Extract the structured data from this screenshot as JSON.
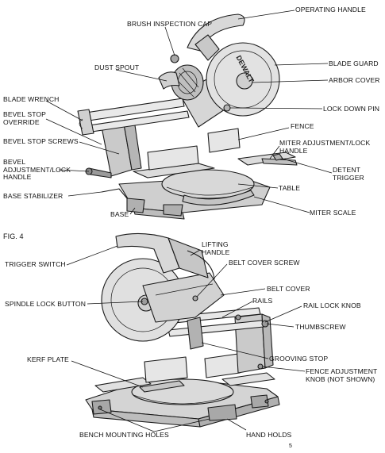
{
  "figure_label": "FIG. 4",
  "page_number": "5",
  "top_view": {
    "labels": {
      "operating_handle": "OPERATING HANDLE",
      "brush_inspection_cap": "BRUSH INSPECTION CAP",
      "dust_spout": "DUST SPOUT",
      "blade_guard": "BLADE GUARD",
      "arbor_cover": "ARBOR COVER",
      "blade_wrench": "BLADE WRENCH",
      "lock_down_pin": "LOCK DOWN PIN",
      "bevel_stop_override": "BEVEL STOP\nOVERRIDE",
      "fence": "FENCE",
      "bevel_stop_screws": "BEVEL STOP SCREWS",
      "miter_adjustment_lock_handle": "MITER ADJUSTMENT/LOCK\nHANDLE",
      "bevel_adjustment_lock_handle": "BEVEL\nADJUSTMENT/LOCK\nHANDLE",
      "detent_trigger": "DETENT\nTRIGGER",
      "table": "TABLE",
      "base_stabilizer": "BASE STABILIZER",
      "base": "BASE",
      "miter_scale": "MITER SCALE"
    },
    "brand_text": "DEWALT"
  },
  "bottom_view": {
    "labels": {
      "lifting_handle": "LIFTING\nHANDLE",
      "trigger_switch": "TRIGGER SWITCH",
      "belt_cover_screw": "BELT COVER SCREW",
      "belt_cover": "BELT COVER",
      "spindle_lock_button": "SPINDLE LOCK BUTTON",
      "rails": "RAILS",
      "rail_lock_knob": "RAIL LOCK KNOB",
      "thumbscrew": "THUMBSCREW",
      "grooving_stop": "GROOVING STOP",
      "kerf_plate": "KERF PLATE",
      "fence_adjustment_knob": "FENCE ADJUSTMENT\nKNOB (NOT SHOWN)",
      "bench_mounting_holes": "BENCH MOUNTING HOLES",
      "hand_holds": "HAND HOLDS"
    }
  }
}
